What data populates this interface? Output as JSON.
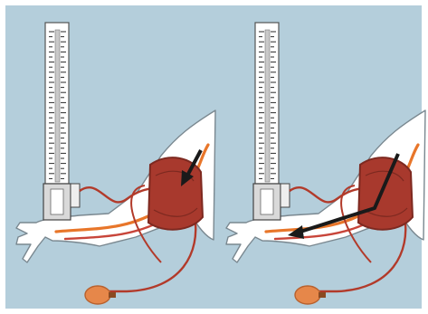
{
  "figure": {
    "panels": [
      {
        "id": "cuff-pressure-applied",
        "arrow_direction": "inward"
      },
      {
        "id": "blood-flow-released",
        "arrow_direction": "down-arm"
      }
    ]
  },
  "colors": {
    "background": "#b4cedb",
    "frame": "#ffffff",
    "manometer_body": "#ffffff",
    "scale_ink": "#2a2a2a",
    "mercury_tube": "#c9c9c9",
    "arm_fill": "#ffffff",
    "arm_outline": "#7a8890",
    "artery": "#e8762a",
    "vein": "#c8453a",
    "cuff": "#a8392d",
    "cuff_dark": "#7d2920",
    "tubing": "#b23a2a",
    "bulb": "#e6874a",
    "arrow": "#1a1a1a"
  },
  "icons": {
    "manometer": "mercury-manometer-icon",
    "cuff": "blood-pressure-cuff-icon",
    "bulb": "inflation-bulb-icon",
    "arm": "arm-illustration",
    "arrow": "direction-arrow-icon"
  }
}
